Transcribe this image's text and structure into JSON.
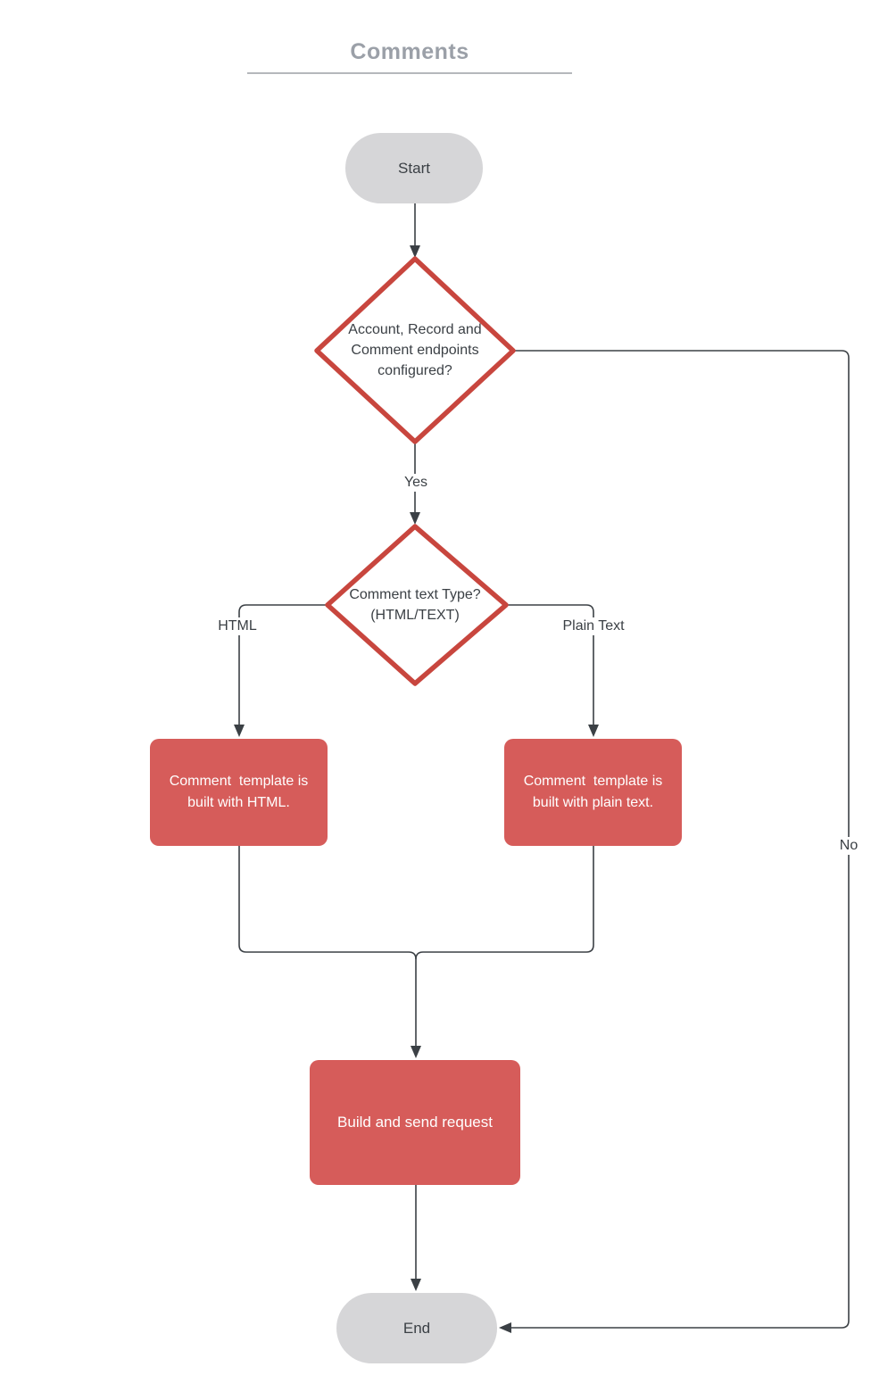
{
  "diagram": {
    "title": "Comments",
    "type": "flowchart"
  },
  "nodes": {
    "start": {
      "label": "Start",
      "shape": "terminator"
    },
    "endpoints_decision": {
      "label": "Account, Record and\nComment endpoints\nconfigured?",
      "shape": "decision"
    },
    "text_type_decision": {
      "label": "Comment text Type?\n(HTML/TEXT)",
      "shape": "decision"
    },
    "html_template": {
      "label": "Comment  template is\nbuilt with HTML.",
      "shape": "process"
    },
    "plain_template": {
      "label": "Comment  template is\nbuilt with plain text.",
      "shape": "process"
    },
    "build_request": {
      "label": "Build and send request",
      "shape": "process"
    },
    "end": {
      "label": "End",
      "shape": "terminator"
    }
  },
  "edge_labels": {
    "yes": "Yes",
    "no": "No",
    "html": "HTML",
    "plain_text": "Plain Text"
  },
  "colors": {
    "canvas_background": "#ffffff",
    "title_text": "#9ba0a8",
    "title_underline": "#b5b8bc",
    "terminator_fill": "#d6d6d8",
    "terminator_text": "#3b4045",
    "decision_border": "#c8463e",
    "decision_fill": "#ffffff",
    "decision_text": "#3b4045",
    "process_fill": "#d65c5a",
    "process_text": "#ffffff",
    "connector_line": "#3b4045",
    "edge_label_text": "#3b4045"
  }
}
